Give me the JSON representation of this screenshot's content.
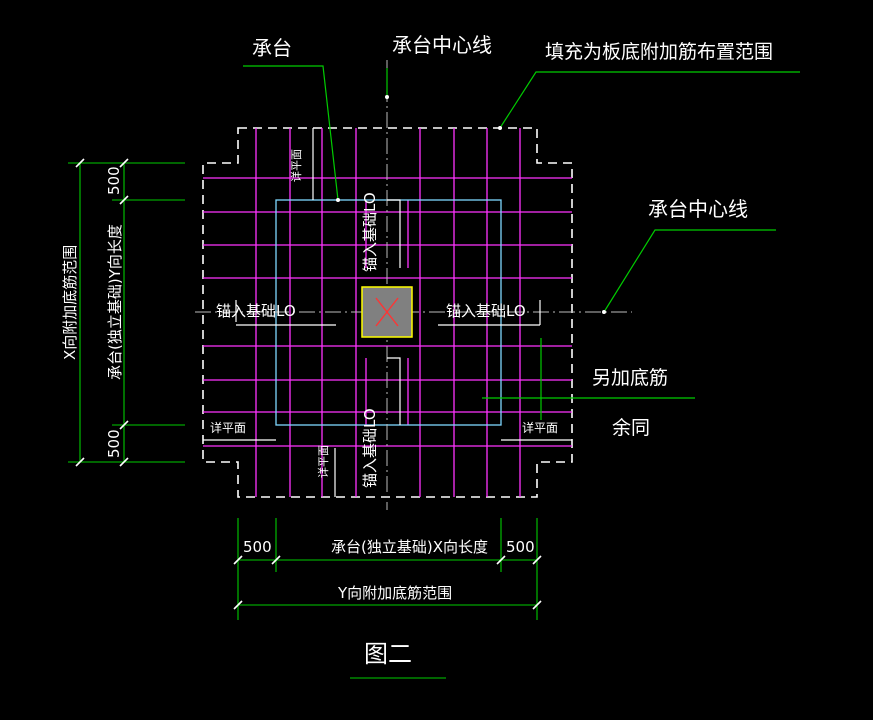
{
  "colors": {
    "background": "#000000",
    "leader": "#00cc00",
    "dimension": "#00cc00",
    "rebar": "#ff33ff",
    "cap_outline": "#7fd8ff",
    "column_fill": "#808080",
    "column_border": "#ffff00",
    "column_cross": "#ff3333",
    "text": "#ffffff",
    "boundary": "#ffffff"
  },
  "labels": {
    "cap": "承台",
    "cap_centerline_top": "承台中心线",
    "fill_range": "填充为板底附加筋布置范围",
    "cap_centerline_right": "承台中心线",
    "anchor_left": "锚入基础LO",
    "anchor_right": "锚入基础LO",
    "anchor_top": "锚入基础LO",
    "anchor_bottom": "锚入基础LO",
    "extra_bar": "另加底筋",
    "rest_same": "余同",
    "see_plan_top": "详平面",
    "see_plan_bottom": "详平面",
    "see_plan_left": "详平面",
    "see_plan_right": "详平面",
    "figure_title": "图二"
  },
  "dimensions": {
    "left_top_500": "500",
    "left_bottom_500": "500",
    "left_cap_y": "承台(独立基础)Y向长度",
    "left_x_range": "X向附加底筋范围",
    "bottom_left_500": "500",
    "bottom_right_500": "500",
    "bottom_cap_x": "承台(独立基础)X向长度",
    "bottom_y_range": "Y向附加底筋范围"
  }
}
